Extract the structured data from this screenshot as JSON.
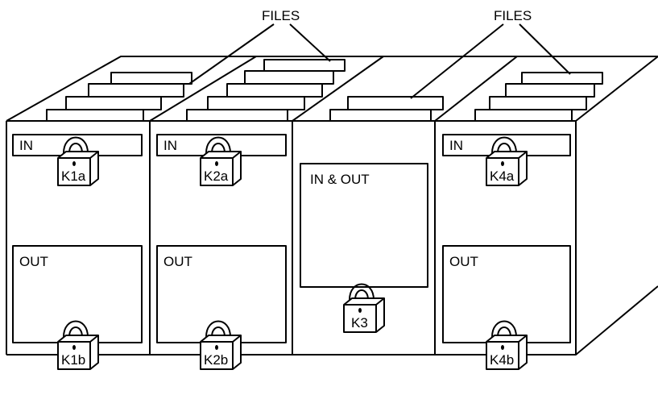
{
  "callouts": {
    "files_left": "FILES",
    "files_right": "FILES"
  },
  "drawers": {
    "d1": {
      "upper_label": "IN",
      "lower_label": "OUT",
      "upper_lock": "K1a",
      "lower_lock": "K1b"
    },
    "d2": {
      "upper_label": "IN",
      "lower_label": "OUT",
      "upper_lock": "K2a",
      "lower_lock": "K2b"
    },
    "d3": {
      "label": "IN & OUT",
      "lock": "K3"
    },
    "d4": {
      "upper_label": "IN",
      "lower_label": "OUT",
      "upper_lock": "K4a",
      "lower_lock": "K4b"
    }
  },
  "colors": {
    "line": "#000000",
    "fill": "#ffffff"
  }
}
